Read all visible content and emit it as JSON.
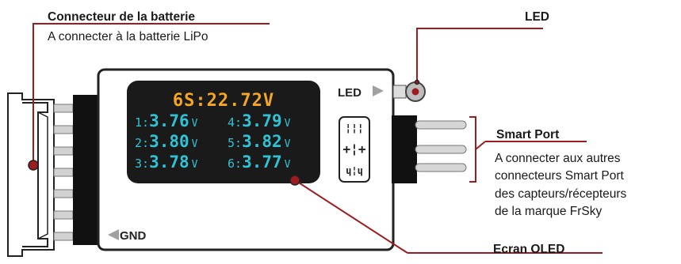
{
  "battery": {
    "title": "Connecteur de la batterie",
    "desc": "A connecter à la batterie LiPo"
  },
  "led": {
    "title": "LED",
    "device_label": "LED"
  },
  "smart_port": {
    "title": "Smart Port",
    "lines": [
      "A connecter aux autres",
      "connecteurs Smart Port",
      "des capteurs/récepteurs",
      "de la marque FrSky"
    ]
  },
  "screen": {
    "title": "Ecran OLED",
    "header": "6S:22.72V",
    "cells": [
      {
        "idx": "1:",
        "value": "3.76",
        "unit": "V"
      },
      {
        "idx": "4:",
        "value": "3.79",
        "unit": "V"
      },
      {
        "idx": "2:",
        "value": "3.80",
        "unit": "V"
      },
      {
        "idx": "5:",
        "value": "3.82",
        "unit": "V"
      },
      {
        "idx": "3:",
        "value": "3.78",
        "unit": "V"
      },
      {
        "idx": "6:",
        "value": "3.77",
        "unit": "V"
      }
    ]
  },
  "gnd": {
    "label": "GND"
  },
  "colors": {
    "callout": "#9e1b20",
    "screen_bg": "#1a1a1a",
    "header_text": "#f5a623",
    "cell_text": "#2ec4d6",
    "arrow_grey": "#a0a0a0"
  }
}
